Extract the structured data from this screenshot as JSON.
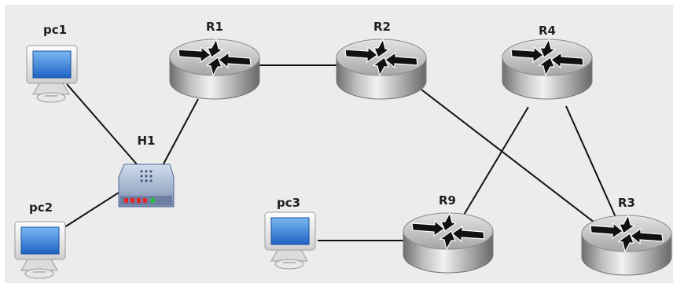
{
  "labels": {
    "pc1": "pc1",
    "pc2": "pc2",
    "pc3": "pc3",
    "h1": "H1",
    "r1": "R1",
    "r2": "R2",
    "r3": "R3",
    "r4": "R4",
    "r9": "R9"
  },
  "nodes": [
    {
      "id": "pc1",
      "type": "pc"
    },
    {
      "id": "pc2",
      "type": "pc"
    },
    {
      "id": "pc3",
      "type": "pc"
    },
    {
      "id": "h1",
      "type": "hub"
    },
    {
      "id": "r1",
      "type": "router"
    },
    {
      "id": "r2",
      "type": "router"
    },
    {
      "id": "r3",
      "type": "router"
    },
    {
      "id": "r4",
      "type": "router"
    },
    {
      "id": "r9",
      "type": "router"
    }
  ],
  "links": [
    {
      "from": "pc1",
      "to": "h1"
    },
    {
      "from": "pc2",
      "to": "h1"
    },
    {
      "from": "h1",
      "to": "r1"
    },
    {
      "from": "r1",
      "to": "r2"
    },
    {
      "from": "r2",
      "to": "r3"
    },
    {
      "from": "r4",
      "to": "r9"
    },
    {
      "from": "r4",
      "to": "r3"
    },
    {
      "from": "pc3",
      "to": "r9"
    }
  ],
  "colors": {
    "background": "#ececec",
    "link": "#111111",
    "label": "#1f1f1f",
    "screen": "#2f7fd8",
    "hub_body": "#9fb0cc",
    "router_body": "#a8a8a8"
  }
}
